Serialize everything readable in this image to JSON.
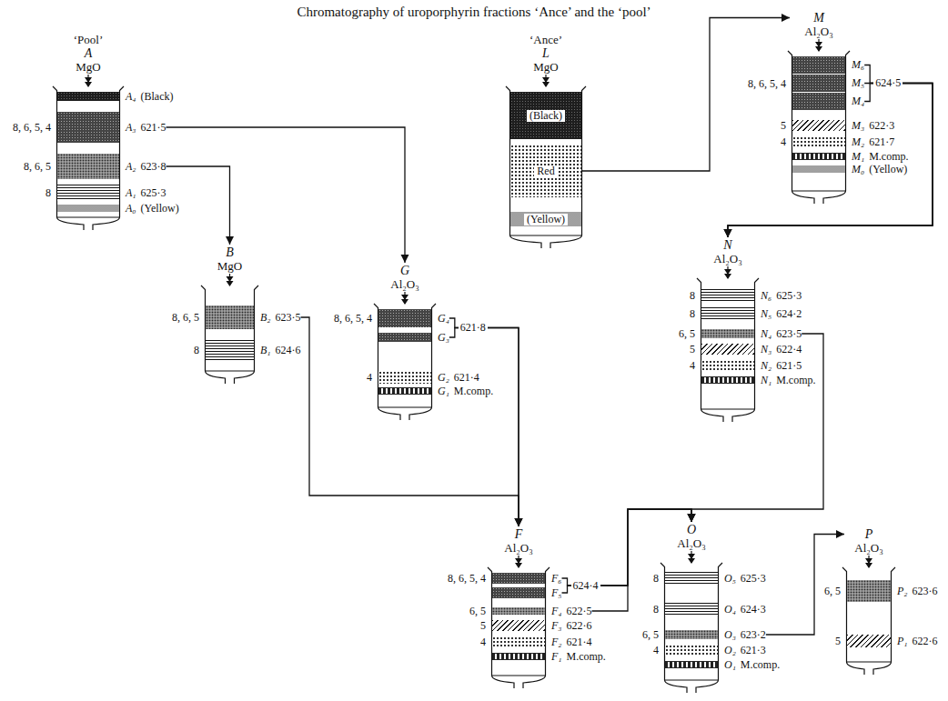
{
  "diagram": {
    "title": "Chromatography of uroporphyrin fractions ‘Ance’ and the ‘pool’",
    "nodes": [
      {
        "text": [
          "‘Pool’",
          "A",
          "MgO"
        ]
      },
      {
        "text": [
          "A₄",
          "(Black)"
        ],
        "in": 0
      },
      {
        "text": [
          "8, 6, 5, 4",
          "A₃",
          "621·5"
        ],
        "in": 0
      },
      {
        "text": [
          "8, 6, 5",
          "A₂",
          "623·8"
        ],
        "in": 0
      },
      {
        "text": [
          "8",
          "A₁",
          "625·3"
        ],
        "in": 0
      },
      {
        "text": [
          "A₀",
          "(Yellow)"
        ],
        "in": 0
      },
      {
        "text": [
          "‘Ance’",
          "L",
          "MgO"
        ]
      },
      {
        "text": [
          "(Black)"
        ],
        "in": 6
      },
      {
        "text": [
          "Red"
        ],
        "in": 6
      },
      {
        "text": [
          "(Yellow)"
        ],
        "in": 6
      },
      {
        "text": [
          "M",
          "Al₂O₃"
        ]
      },
      {
        "text": [
          "M₆"
        ],
        "in": 10
      },
      {
        "text": [
          "8, 6, 5, 4",
          "M₅"
        ],
        "in": 10
      },
      {
        "text": [
          "M₄"
        ],
        "in": 10
      },
      {
        "text": [
          "5",
          "M₃",
          "622·3"
        ],
        "in": 10
      },
      {
        "text": [
          "4",
          "M₂",
          "621·7"
        ],
        "in": 10
      },
      {
        "text": [
          "M₁",
          "M.comp."
        ],
        "in": 10
      },
      {
        "text": [
          "M₀",
          "(Yellow)"
        ],
        "in": 10
      },
      {
        "text": [
          "B",
          "MgO"
        ]
      },
      {
        "text": [
          "8, 6, 5",
          "B₂",
          "623·5"
        ],
        "in": 18
      },
      {
        "text": [
          "8",
          "B₁",
          "624·6"
        ],
        "in": 18
      },
      {
        "text": [
          "G",
          "Al₂O₃"
        ]
      },
      {
        "text": [
          "8, 6, 5, 4",
          "G₄"
        ],
        "in": 21
      },
      {
        "text": [
          "G₃"
        ],
        "in": 21
      },
      {
        "text": [
          "4",
          "G₂",
          "621·4"
        ],
        "in": 21
      },
      {
        "text": [
          "G₁",
          "M.comp."
        ],
        "in": 21
      },
      {
        "text": [
          "N",
          "Al₂O₃"
        ]
      },
      {
        "text": [
          "8",
          "N₆",
          "625·3"
        ],
        "in": 26
      },
      {
        "text": [
          "8",
          "N₅",
          "624·2"
        ],
        "in": 26
      },
      {
        "text": [
          "6, 5",
          "N₄",
          "623·5"
        ],
        "in": 26
      },
      {
        "text": [
          "5",
          "N₃",
          "622·4"
        ],
        "in": 26
      },
      {
        "text": [
          "4",
          "N₂",
          "621·5"
        ],
        "in": 26
      },
      {
        "text": [
          "N₁",
          "M.comp."
        ],
        "in": 26
      },
      {
        "text": [
          "F",
          "Al₂O₃"
        ]
      },
      {
        "text": [
          "8, 6, 5, 4",
          "F₆"
        ],
        "in": 33
      },
      {
        "text": [
          "F₅"
        ],
        "in": 33
      },
      {
        "text": [
          "6, 5",
          "F₄",
          "622·5"
        ],
        "in": 33
      },
      {
        "text": [
          "5",
          "F₃",
          "622·6"
        ],
        "in": 33
      },
      {
        "text": [
          "4",
          "F₂",
          "621·4"
        ],
        "in": 33
      },
      {
        "text": [
          "F₁",
          "M.comp."
        ],
        "in": 33
      },
      {
        "text": [
          "O",
          "Al₂O₃"
        ]
      },
      {
        "text": [
          "8",
          "O₅",
          "625·3"
        ],
        "in": 40
      },
      {
        "text": [
          "8",
          "O₄",
          "624·3"
        ],
        "in": 40
      },
      {
        "text": [
          "6, 5",
          "O₃",
          "623·2"
        ],
        "in": 40
      },
      {
        "text": [
          "4",
          "O₂",
          "621·3"
        ],
        "in": 40
      },
      {
        "text": [
          "O₁",
          "M.comp."
        ],
        "in": 40
      },
      {
        "text": [
          "P",
          "Al₂O₃"
        ]
      },
      {
        "text": [
          "6, 5",
          "P₂",
          "623·6"
        ],
        "in": 46
      },
      {
        "text": [
          "5",
          "P₁",
          "622·6"
        ],
        "in": 46
      }
    ],
    "edges": [
      {
        "from": 2,
        "to": 21,
        "arrow": "to"
      },
      {
        "from": 3,
        "to": 18,
        "arrow": "to"
      },
      {
        "from": 8,
        "to": 10,
        "arrow": "to"
      },
      {
        "from": 11,
        "to": 26,
        "arrow": "to"
      },
      {
        "from": 12,
        "to": 26,
        "arrow": "to"
      },
      {
        "from": 13,
        "to": 26,
        "arrow": "to"
      },
      {
        "from": 19,
        "to": 33,
        "arrow": "to"
      },
      {
        "from": 22,
        "to": 33,
        "arrow": "to"
      },
      {
        "from": 23,
        "to": 33,
        "arrow": "to"
      },
      {
        "from": 34,
        "to": 40,
        "arrow": "to"
      },
      {
        "from": 35,
        "to": 40,
        "arrow": "to"
      },
      {
        "from": 36,
        "to": 40,
        "arrow": "to"
      },
      {
        "from": 29,
        "to": 40,
        "arrow": "to"
      },
      {
        "from": 43,
        "to": 46,
        "arrow": "to"
      }
    ],
    "labels": [
      "624·5",
      "621·8",
      "624·4"
    ]
  }
}
